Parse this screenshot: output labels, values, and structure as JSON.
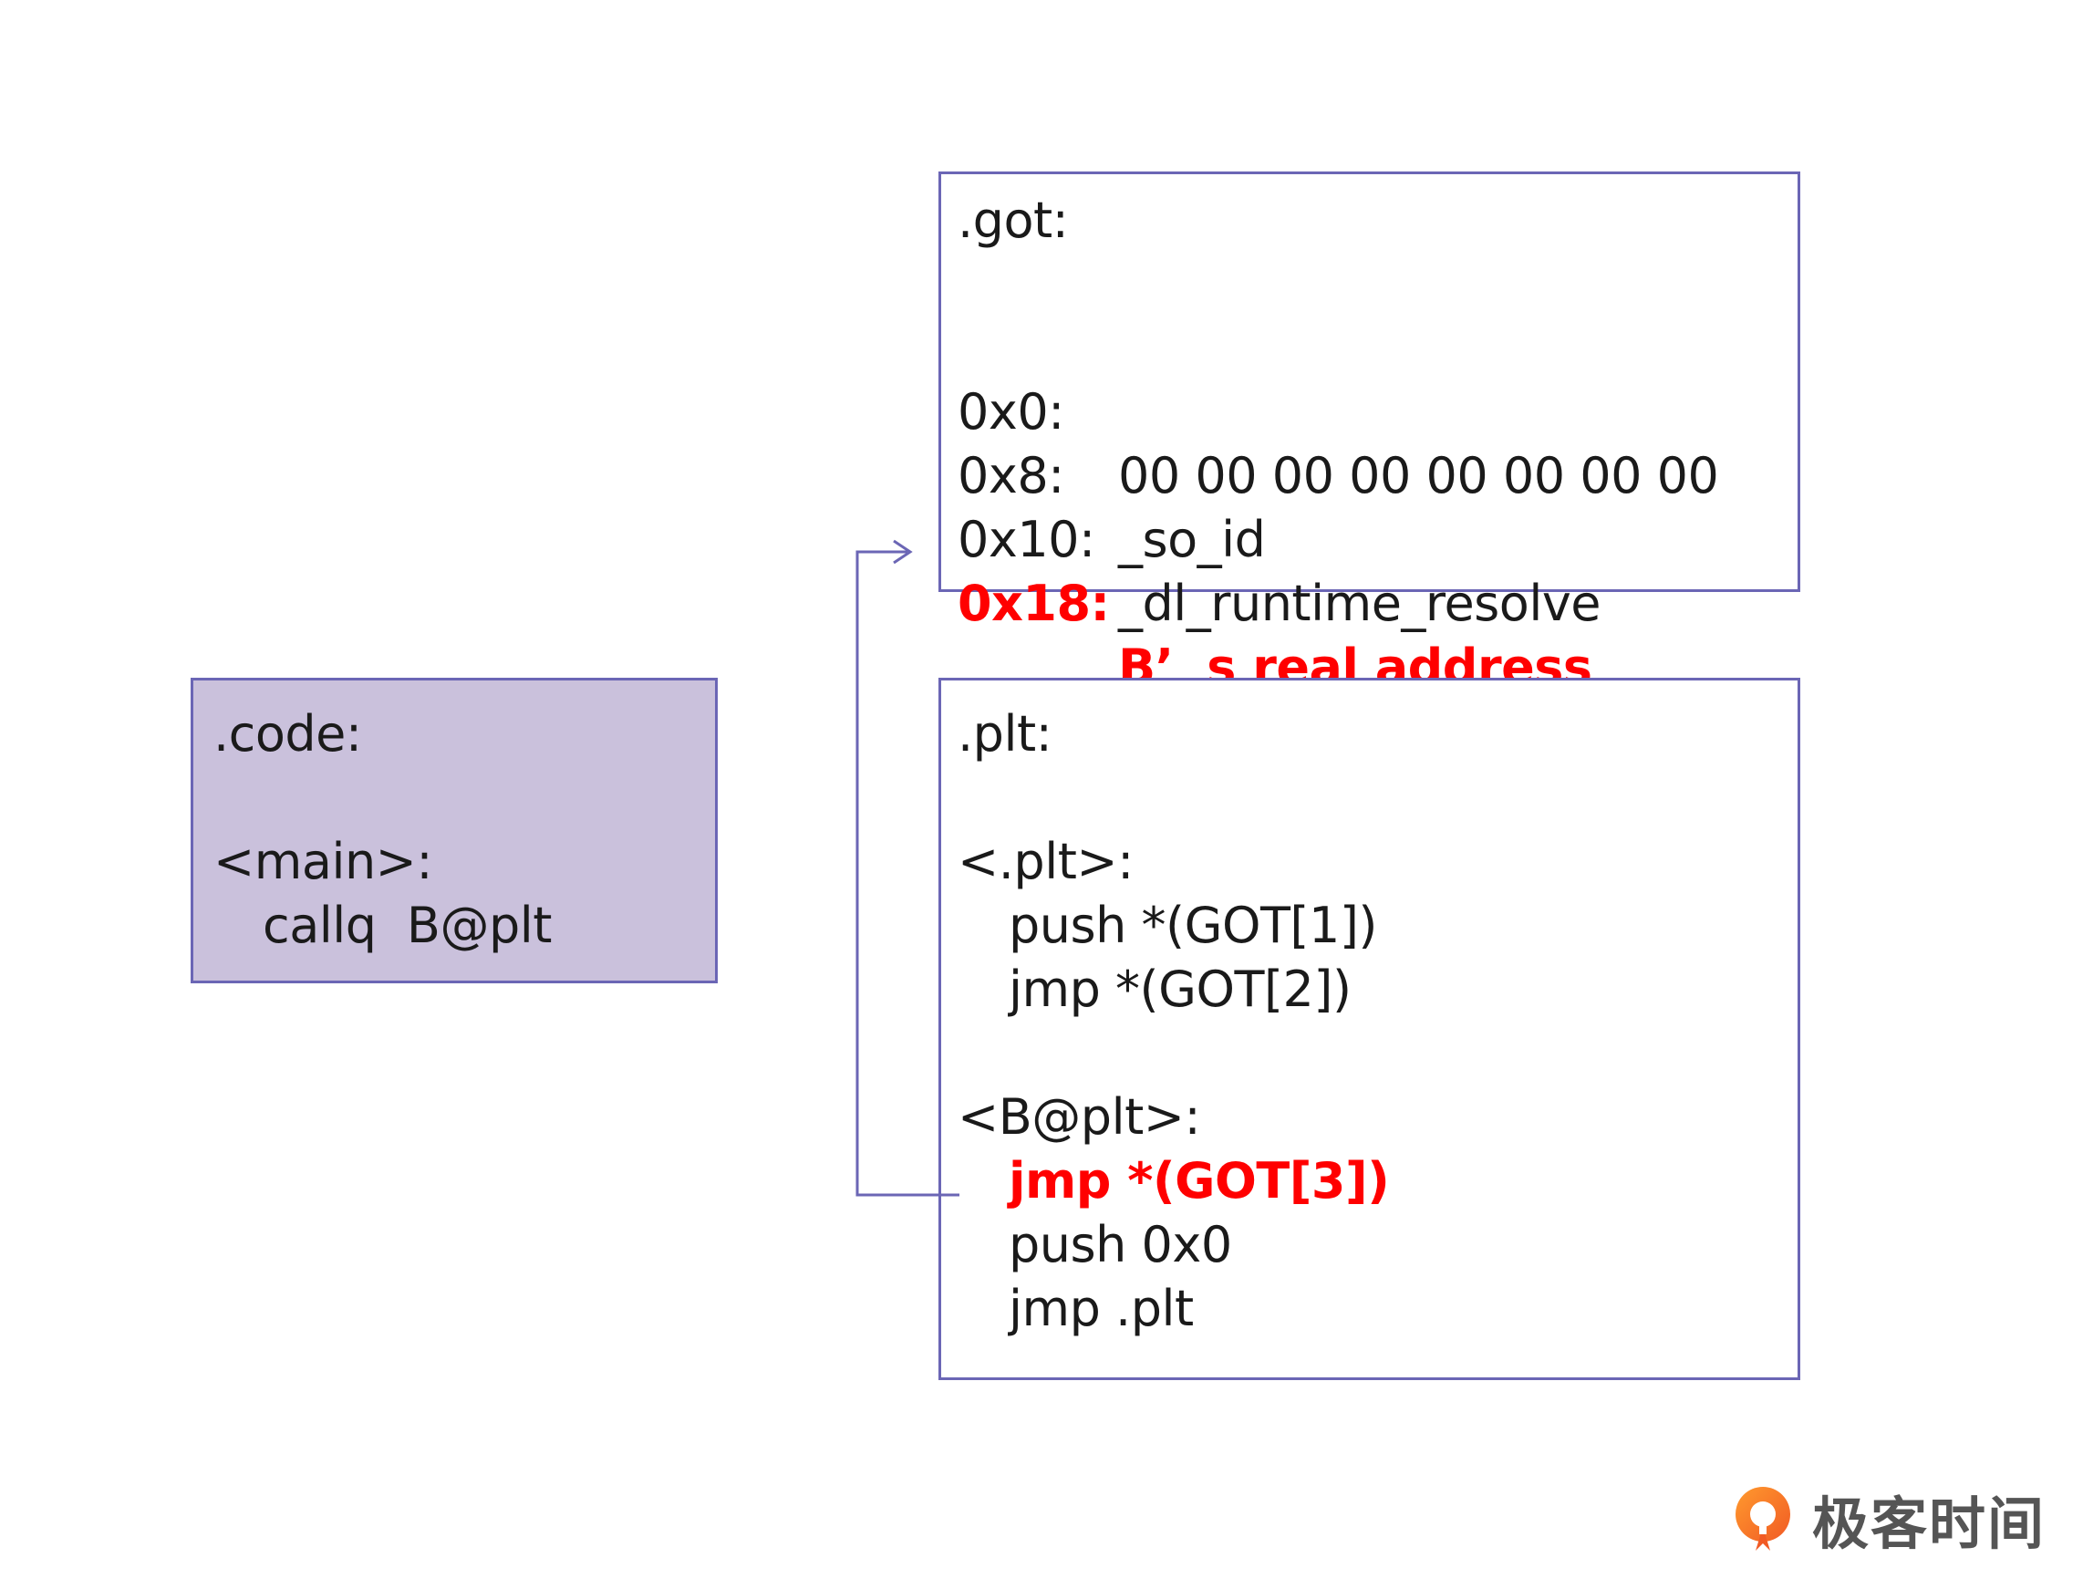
{
  "code": {
    "title": ".code:",
    "label": "<main>:",
    "instruction": "callq  B@plt"
  },
  "got": {
    "title": ".got:",
    "entries": [
      {
        "addr": "0x0:",
        "value": "00 00 00 00 00 00 00 00"
      },
      {
        "addr": "0x8:",
        "value": "_so_id"
      },
      {
        "addr": "0x10:",
        "value": "_dl_runtime_resolve"
      },
      {
        "addr": "0x18:",
        "value": "B’  s real address"
      }
    ]
  },
  "plt": {
    "title": ".plt:",
    "plt0_label": "<.plt>:",
    "plt0_lines": [
      "push *(GOT[1])",
      "jmp *(GOT[2])"
    ],
    "bplt_label": "<B@plt>:",
    "bplt_lines": [
      "jmp *(GOT[3])",
      "push 0x0",
      "jmp .plt"
    ]
  },
  "colors": {
    "border": "#6b66b5",
    "code_fill": "#cac1dc",
    "highlight": "#ff0000",
    "arrow": "#6b66b5"
  },
  "logo": {
    "text": "极客时间"
  }
}
